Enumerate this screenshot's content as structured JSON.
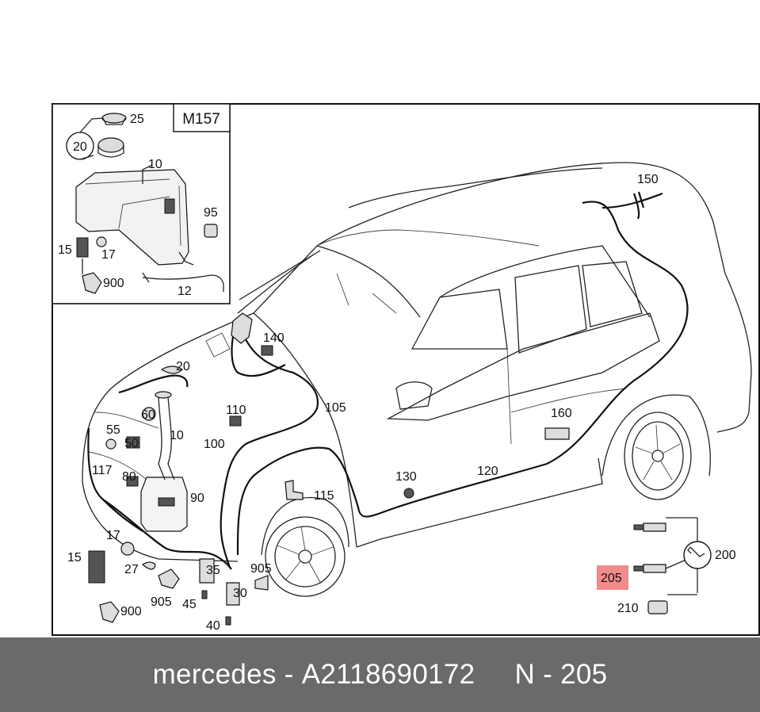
{
  "inset_code": "M157",
  "highlight_color": "#f28b8b",
  "callouts": {
    "c25": "25",
    "c20a": "20",
    "c10a": "10",
    "c95": "95",
    "c15a": "15",
    "c17a": "17",
    "c900a": "900",
    "c12": "12",
    "c150": "150",
    "c140": "140",
    "c20b": "20",
    "c110": "110",
    "c105": "105",
    "c60": "60",
    "c55": "55",
    "c50": "50",
    "c10b": "10",
    "c100": "100",
    "c160": "160",
    "c117": "117",
    "c80": "80",
    "c130": "130",
    "c120": "120",
    "c90": "90",
    "c115": "115",
    "c17b": "17",
    "c15b": "15",
    "c27": "27",
    "c35": "35",
    "c905a": "905",
    "c905b": "905",
    "c30": "30",
    "c45": "45",
    "c40": "40",
    "c900b": "900",
    "c200": "200",
    "c205": "205",
    "c210": "210"
  },
  "footer": {
    "brand": "mercedes",
    "separator1": " - ",
    "part_number": "A2118690172",
    "gap": "     ",
    "position": "N - 205"
  }
}
